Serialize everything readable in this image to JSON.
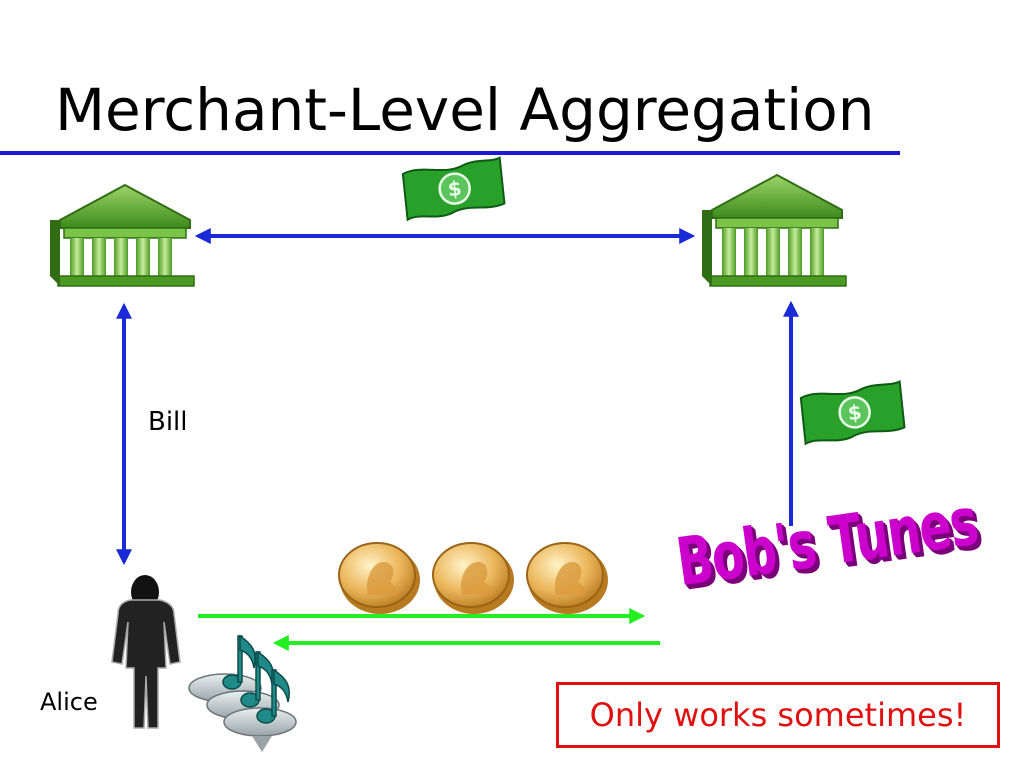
{
  "slide": {
    "title": "Merchant-Level Aggregation",
    "bill_label": "Bill",
    "alice_label": "Alice",
    "merchant_name": "Bob's Tunes",
    "note": "Only works sometimes!"
  },
  "colors": {
    "title_rule": "#1a1ad6",
    "bank_arrows": "#1a2ad6",
    "payment_arrows": "#22ee22",
    "note_border": "#e01010",
    "merchant_text": "#cc00cc",
    "bank": "#5cae2e",
    "money": "#28a02a",
    "coin": "#e4a83a"
  },
  "icons": {
    "left_bank": "bank-building-icon",
    "right_bank": "bank-building-icon",
    "money_top": "dollar-bill-icon",
    "money_right": "dollar-bill-icon",
    "coins": [
      "coin-icon",
      "coin-icon",
      "coin-icon"
    ],
    "person": "woman-silhouette-icon",
    "music": "music-notes-icon"
  }
}
